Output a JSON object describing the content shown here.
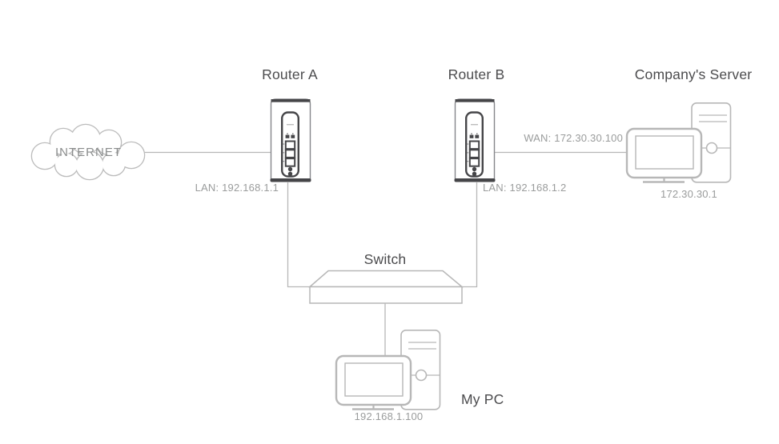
{
  "diagram": {
    "internet": {
      "label": "INTERNET"
    },
    "router_a": {
      "title": "Router A",
      "lan": "LAN: 192.168.1.1"
    },
    "router_b": {
      "title": "Router B",
      "lan": "LAN: 192.168.1.2",
      "wan": "WAN: 172.30.30.100"
    },
    "server": {
      "title": "Company's Server",
      "ip": "172.30.30.1"
    },
    "switch": {
      "title": "Switch"
    },
    "my_pc": {
      "title": "My PC",
      "ip": "192.168.1.100"
    },
    "connections": [
      {
        "from": "internet",
        "to": "router_a"
      },
      {
        "from": "router_a",
        "to": "switch"
      },
      {
        "from": "router_b",
        "to": "switch"
      },
      {
        "from": "router_b",
        "to": "server",
        "label": "WAN: 172.30.30.100"
      },
      {
        "from": "switch",
        "to": "my_pc"
      }
    ],
    "colors": {
      "background": "#ffffff",
      "outline_light": "#b7b7b7",
      "device_dark": "#454548",
      "device_side": "#85868a",
      "title_text": "#4b4b4d",
      "label_text": "#9a9c9c",
      "internet_text": "#8a8c8c"
    }
  }
}
